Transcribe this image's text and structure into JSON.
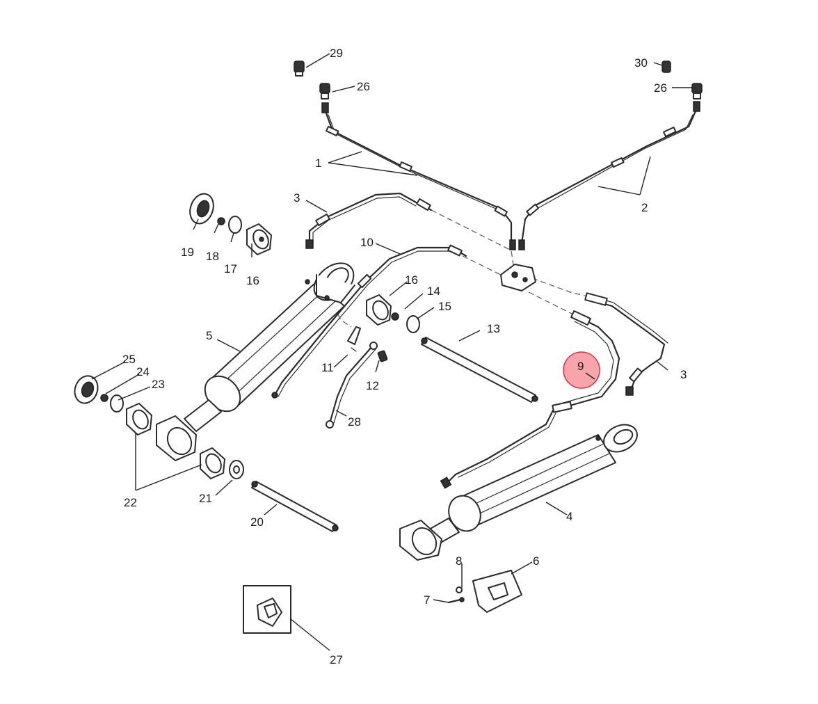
{
  "callouts": {
    "c1": "1",
    "c2": "2",
    "c3a": "3",
    "c3b": "3",
    "c4": "4",
    "c5": "5",
    "c6": "6",
    "c7": "7",
    "c8": "8",
    "c9": "9",
    "c10": "10",
    "c11": "11",
    "c12": "12",
    "c13": "13",
    "c14": "14",
    "c15": "15",
    "c16a": "16",
    "c16b": "16",
    "c17": "17",
    "c18": "18",
    "c19": "19",
    "c20": "20",
    "c21": "21",
    "c22": "22",
    "c23": "23",
    "c24": "24",
    "c25": "25",
    "c26a": "26",
    "c26b": "26",
    "c27": "27",
    "c28": "28",
    "c29": "29",
    "c30": "30"
  },
  "highlight": {
    "part": "9",
    "color": "#f05a64"
  }
}
